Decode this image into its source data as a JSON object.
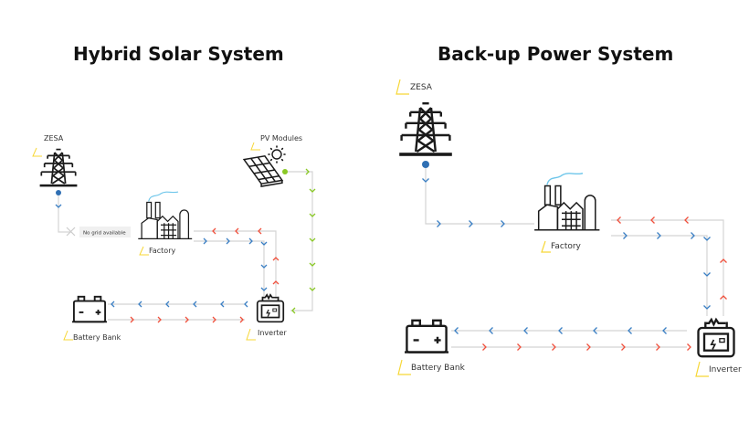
{
  "colors": {
    "grid_flow": "#3a7fc4",
    "battery_flow": "#f0503c",
    "solar_flow": "#8ac926",
    "connector": "#d4d4d4",
    "label_accent": "#f7d736",
    "icon_stroke": "#1a1a1a"
  },
  "left": {
    "title": "Hybrid Solar System",
    "nodes": {
      "zesa": "ZESA",
      "pv": "PV Modules",
      "factory": "Factory",
      "battery": "Battery Bank",
      "inverter": "Inverter"
    },
    "status_note": "No grid available"
  },
  "right": {
    "title": "Back-up Power System",
    "nodes": {
      "zesa": "ZESA",
      "factory": "Factory",
      "battery": "Battery Bank",
      "inverter": "Inverter"
    }
  }
}
